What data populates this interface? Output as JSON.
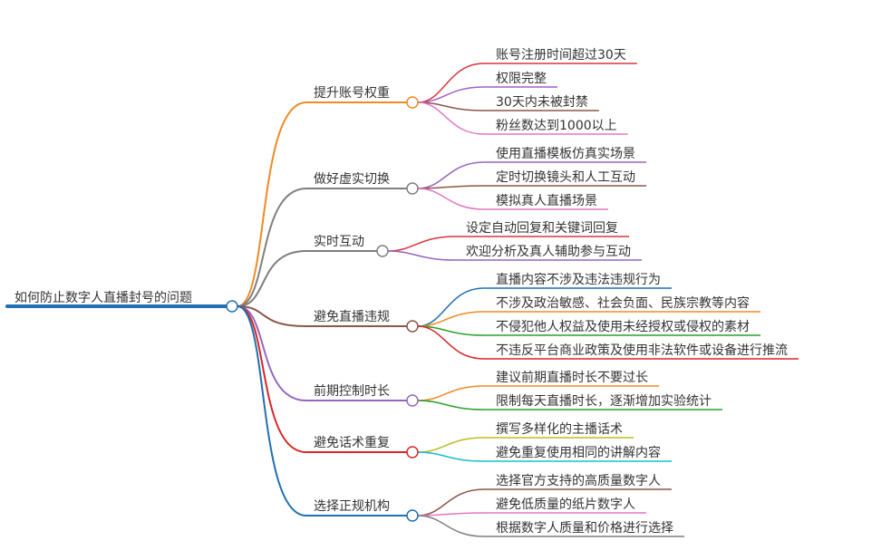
{
  "root": {
    "label": "如何防止数字人直播封号的问题",
    "color": "#1f6fb2"
  },
  "branches": [
    {
      "label": "提升账号权重",
      "color": "#f08a24",
      "leaves": [
        {
          "label": "账号注册时间超过30天",
          "color": "#d9363e"
        },
        {
          "label": "权限完整",
          "color": "#a35fc9"
        },
        {
          "label": "30天内未被封禁",
          "color": "#8c564b"
        },
        {
          "label": "粉丝数达到1000以上",
          "color": "#e377c2"
        }
      ]
    },
    {
      "label": "做好虚实切换",
      "color": "#7f7f7f",
      "leaves": [
        {
          "label": "使用直播模板仿真实场景",
          "color": "#9467bd"
        },
        {
          "label": "定时切换镜头和人工互动",
          "color": "#8c564b"
        },
        {
          "label": "模拟真人直播场景",
          "color": "#e377c2"
        }
      ]
    },
    {
      "label": "实时互动",
      "color": "#7f7f7f",
      "leaves": [
        {
          "label": "设定自动回复和关键词回复",
          "color": "#d9363e"
        },
        {
          "label": "欢迎分析及真人辅助参与互动",
          "color": "#9467bd"
        }
      ]
    },
    {
      "label": "避免直播违规",
      "color": "#8c564b",
      "leaves": [
        {
          "label": "直播内容不涉及违法违规行为",
          "color": "#1f6fb2"
        },
        {
          "label": "不涉及政治敏感、社会负面、民族宗教等内容",
          "color": "#f08a24"
        },
        {
          "label": "不侵犯他人权益及使用未经授权或侵权的素材",
          "color": "#2ca02c"
        },
        {
          "label": "不违反平台商业政策及使用非法软件或设备进行推流",
          "color": "#d62728"
        }
      ]
    },
    {
      "label": "前期控制时长",
      "color": "#9467bd",
      "leaves": [
        {
          "label": "建议前期直播时长不要过长",
          "color": "#f08a24"
        },
        {
          "label": "限制每天直播时长，逐渐增加实验统计",
          "color": "#2ca02c"
        }
      ]
    },
    {
      "label": "避免话术重复",
      "color": "#d62728",
      "leaves": [
        {
          "label": "撰写多样化的主播话术",
          "color": "#bcbd22"
        },
        {
          "label": "避免重复使用相同的讲解内容",
          "color": "#17becf"
        }
      ]
    },
    {
      "label": "选择正规机构",
      "color": "#1f6fb2",
      "leaves": [
        {
          "label": "选择官方支持的高质量数字人",
          "color": "#8c564b"
        },
        {
          "label": "避免低质量的纸片数字人",
          "color": "#e377c2"
        },
        {
          "label": "根据数字人质量和价格进行选择",
          "color": "#7f7f7f"
        }
      ]
    }
  ]
}
